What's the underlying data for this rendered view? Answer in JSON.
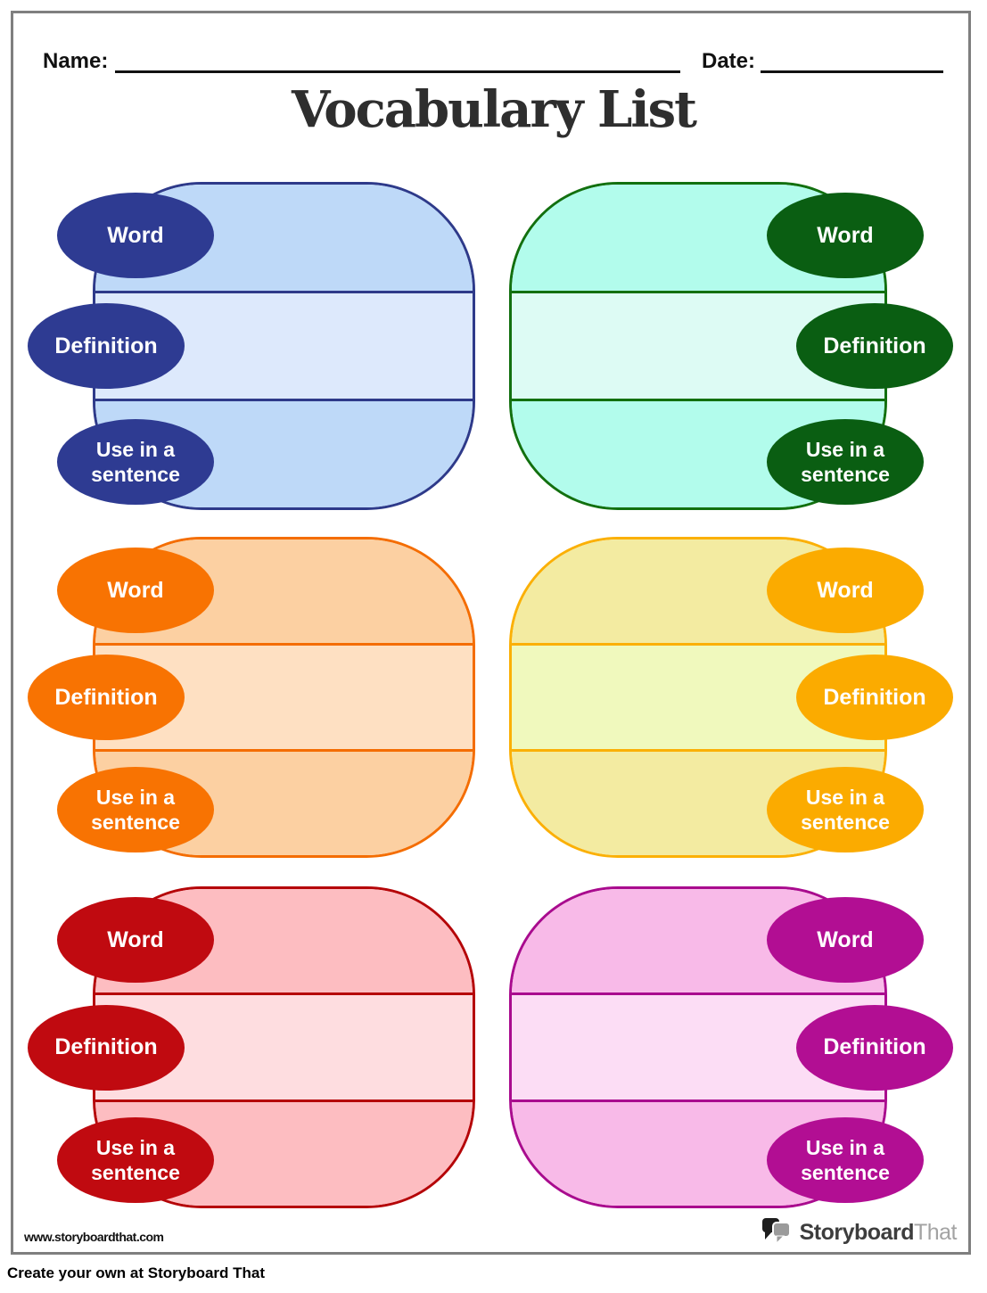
{
  "header": {
    "name_label": "Name:",
    "date_label": "Date:",
    "title": "Vocabulary List"
  },
  "cards": [
    {
      "name": "blue",
      "side": "left",
      "word_label": "Word",
      "definition_label": "Definition",
      "sentence_label": "Use in a sentence",
      "colors": {
        "accent": "#2e3a8a",
        "oval": "#2e3b92",
        "band": "#bed9f8",
        "mid": "#dde9fc"
      }
    },
    {
      "name": "green",
      "side": "right",
      "word_label": "Word",
      "definition_label": "Definition",
      "sentence_label": "Use in a sentence",
      "colors": {
        "accent": "#12700f",
        "oval": "#0a5e12",
        "band": "#b2fcec",
        "mid": "#ddfbf4"
      }
    },
    {
      "name": "orange",
      "side": "left",
      "word_label": "Word",
      "definition_label": "Definition",
      "sentence_label": "Use in a sentence",
      "colors": {
        "accent": "#f46d02",
        "oval": "#f87302",
        "band": "#fcd0a2",
        "mid": "#fee0c2"
      }
    },
    {
      "name": "yellow",
      "side": "right",
      "word_label": "Word",
      "definition_label": "Definition",
      "sentence_label": "Use in a sentence",
      "colors": {
        "accent": "#fbb006",
        "oval": "#fbab00",
        "band": "#f3eba1",
        "mid": "#f0f9bd"
      }
    },
    {
      "name": "red",
      "side": "left",
      "word_label": "Word",
      "definition_label": "Definition",
      "sentence_label": "Use in a sentence",
      "colors": {
        "accent": "#b50508",
        "oval": "#c00a10",
        "band": "#fdbdc1",
        "mid": "#fedde0"
      }
    },
    {
      "name": "magenta",
      "side": "right",
      "word_label": "Word",
      "definition_label": "Definition",
      "sentence_label": "Use in a sentence",
      "colors": {
        "accent": "#a90b8e",
        "oval": "#b20e93",
        "band": "#f8bae8",
        "mid": "#fcddf5"
      }
    }
  ],
  "footer": {
    "website": "www.storyboardthat.com",
    "logo_storyboard": "Storyboard",
    "logo_that": "That",
    "credit": "Create your own at Storyboard That"
  }
}
